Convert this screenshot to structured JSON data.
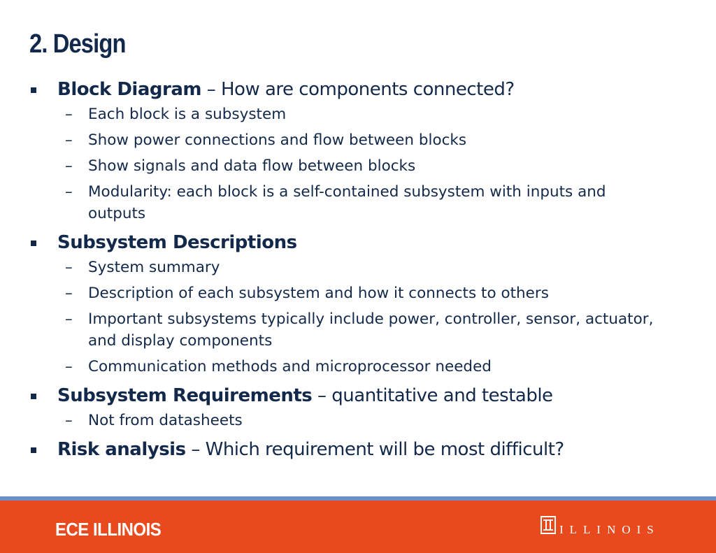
{
  "slide": {
    "title": "2. Design"
  },
  "bullets": [
    {
      "strong": "Block Diagram",
      "rest": " – How are components connected?",
      "subs": [
        "Each block is a subsystem",
        "Show power connections and flow between blocks",
        "Show signals and data flow between blocks",
        "Modularity: each block is a self-contained subsystem with inputs and outputs"
      ]
    },
    {
      "strong": "Subsystem Descriptions",
      "rest": "",
      "subs": [
        "System summary",
        "Description of each subsystem and how it connects to others",
        "Important subsystems typically include power, controller, sensor, actuator, and display components",
        "Communication methods and microprocessor needed"
      ]
    },
    {
      "strong": "Subsystem Requirements",
      "rest": " – quantitative and testable",
      "subs": [
        "Not from datasheets"
      ]
    },
    {
      "strong": "Risk analysis",
      "rest": " – Which requirement will be most difficult?",
      "subs": []
    }
  ],
  "footer": {
    "left_text": "ECE ILLINOIS",
    "right_text": "ILLINOIS",
    "logo_icon": "block-i-logo-icon",
    "colors": {
      "orange": "#e84a1d",
      "stripe": "#6c8fc7",
      "navy": "#13294b"
    }
  }
}
